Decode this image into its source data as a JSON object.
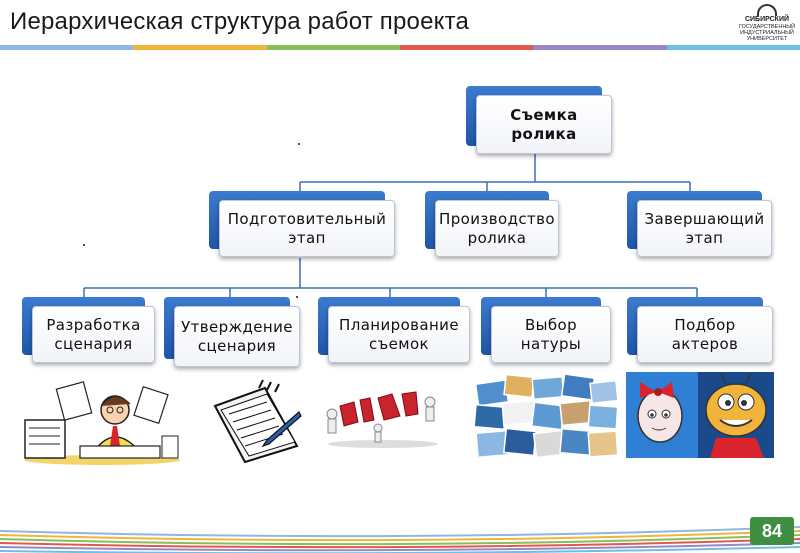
{
  "slide": {
    "title": "Иерархическая структура работ проекта",
    "page_number": "84"
  },
  "logo": {
    "line1": "СИБИРСКИЙ",
    "line2": "ГОСУДАРСТВЕННЫЙ",
    "line3": "ИНДУСТРИАЛЬНЫЙ",
    "line4": "УНИВЕРСИТЕТ"
  },
  "diagram": {
    "root": "Съемка ролика",
    "level1": [
      "Подготовительный этап",
      "Производство ролика",
      "Завершающий этап"
    ],
    "level2": [
      "Разработка сценария",
      "Утверждение сценария",
      "Планирование съемок",
      "Выбор натуры",
      "Подбор актеров"
    ]
  },
  "illustrations": [
    "busy-writer-cartoon",
    "document-and-pen",
    "play-figures",
    "landscape-photo-collage",
    "cartoon-characters"
  ],
  "colors": {
    "node_back": "#2a63b5",
    "connector": "#3a6fb8",
    "page_badge": "#3f8e42"
  }
}
